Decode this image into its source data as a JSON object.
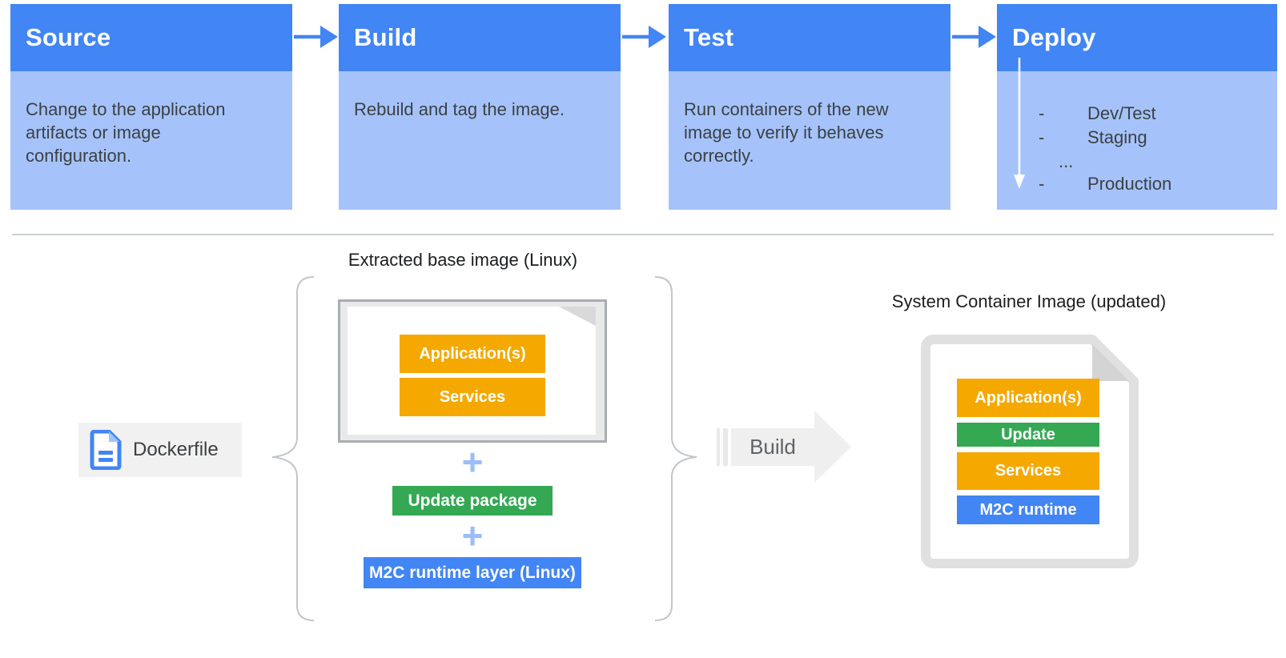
{
  "pipeline": {
    "stages": [
      {
        "title": "Source",
        "description": "Change to the application artifacts or image configuration."
      },
      {
        "title": "Build",
        "description": "Rebuild and tag the image."
      },
      {
        "title": "Test",
        "description": "Run containers of the new image to verify it behaves correctly."
      },
      {
        "title": "Deploy",
        "environments": [
          {
            "dash": "-",
            "label": "Dev/Test"
          },
          {
            "dash": "-",
            "label": "Staging"
          },
          {
            "dash": "",
            "label": "..."
          },
          {
            "dash": "-",
            "label": "Production"
          }
        ]
      }
    ]
  },
  "build_flow": {
    "dockerfile": {
      "label": "Dockerfile",
      "icon": "blue-document-icon"
    },
    "base_image": {
      "title": "Extracted base image (Linux)",
      "layers": [
        {
          "label": "Application(s)",
          "color": "#F5A800"
        },
        {
          "label": "Services",
          "color": "#F5A800"
        }
      ],
      "plus": "+",
      "additions": [
        {
          "label": "Update package",
          "color": "#34A853"
        },
        {
          "label": "M2C runtime layer (Linux)",
          "color": "#4285F4"
        }
      ]
    },
    "build_arrow": {
      "label": "Build"
    },
    "result_image": {
      "title": "System Container Image (updated)",
      "layers": [
        {
          "label": "Application(s)",
          "color": "#F5A800"
        },
        {
          "label": "Update",
          "color": "#34A853"
        },
        {
          "label": "Services",
          "color": "#F5A800"
        },
        {
          "label": "M2C runtime",
          "color": "#4285F4"
        }
      ]
    }
  },
  "colors": {
    "stage_header_blue": "#4285F4",
    "stage_body_blue": "#A5C3FA",
    "arrow_blue": "#4285F4",
    "plus_light_blue": "#9BBDFA",
    "layer_yellow": "#F5A800",
    "layer_green": "#34A853",
    "layer_blue": "#4285F4",
    "text_dark": "#3C4043",
    "gray_fill": "#EFEFEF"
  }
}
